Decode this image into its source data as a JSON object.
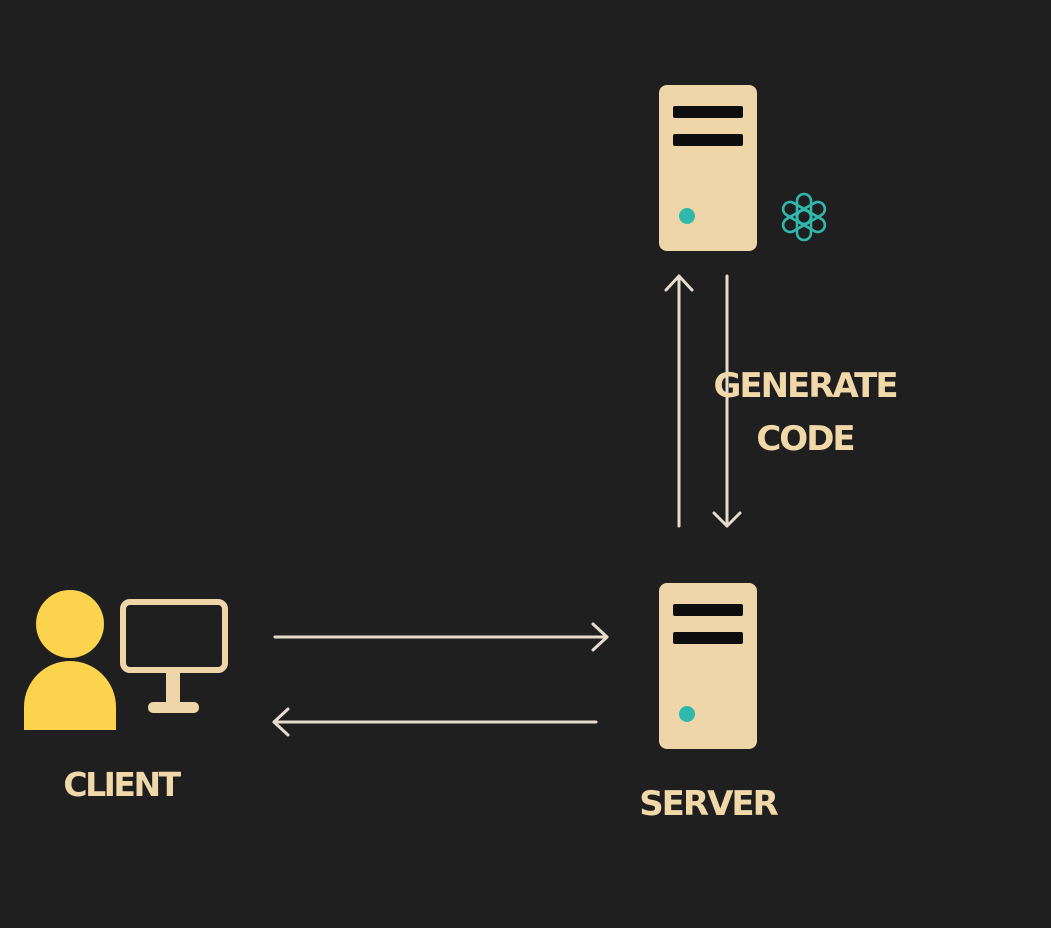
{
  "labels": {
    "client": "CLIENT",
    "server": "SERVER",
    "generate_line1": "GENERATE",
    "generate_line2": "CODE"
  },
  "icons": {
    "top_server": "server-icon",
    "bottom_server": "server-icon",
    "ai_logo": "openai-logo-icon",
    "user": "user-icon",
    "monitor": "monitor-icon"
  },
  "colors": {
    "background": "#1f1f1f",
    "server_body": "#efd6a8",
    "server_slot": "#0d0d0d",
    "server_led": "#2fb9ad",
    "ai_logo": "#2fb9ad",
    "user": "#fcd34d",
    "monitor": "#efd6a8",
    "arrow": "#e6dccb",
    "label": "#f0d8a8"
  }
}
